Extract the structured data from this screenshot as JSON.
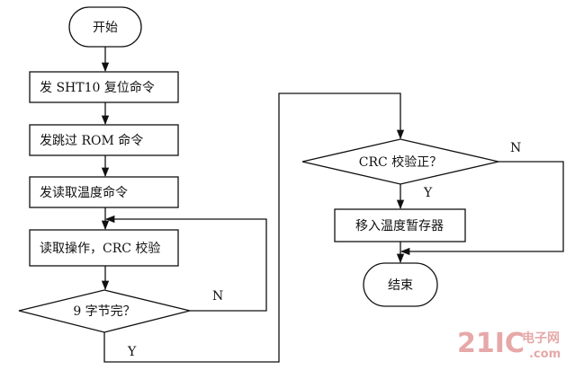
{
  "flowchart": {
    "start": "开始",
    "reset": "发 SHT10 复位命令",
    "skip_rom": "发跳过 ROM 命令",
    "read_temp": "发读取温度命令",
    "read_crc": "读取操作，CRC 校验",
    "nine_bytes": "9 字节完？",
    "crc_check": "CRC 校验正？",
    "move_temp": "移入温度暂存器",
    "end": "结束",
    "yes": "Y",
    "no": "N"
  },
  "watermark": {
    "brand": "21IC",
    "cn": "电子网",
    "domain": ".com"
  },
  "colors": {
    "line": "#111111",
    "watermark": "#e6a8a8"
  }
}
